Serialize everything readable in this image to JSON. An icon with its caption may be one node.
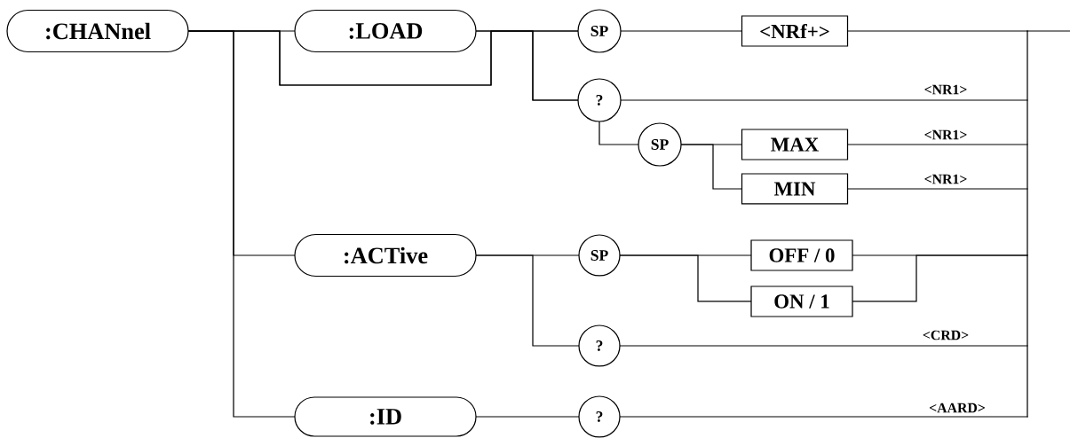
{
  "diagram": {
    "nodes": [
      {
        "text": [
          ":CHANnel"
        ]
      },
      {
        "text": [
          ":LOAD"
        ]
      },
      {
        "text": [
          "SP"
        ]
      },
      {
        "text": [
          "<NRf+>"
        ]
      },
      {
        "text": [
          "?"
        ]
      },
      {
        "text": [
          "SP"
        ]
      },
      {
        "text": [
          "MAX"
        ]
      },
      {
        "text": [
          "MIN"
        ]
      },
      {
        "text": [
          ":ACTive"
        ]
      },
      {
        "text": [
          "SP"
        ]
      },
      {
        "text": [
          "OFF / 0"
        ]
      },
      {
        "text": [
          "ON / 1"
        ]
      },
      {
        "text": [
          "?"
        ]
      },
      {
        "text": [
          ":ID"
        ]
      },
      {
        "text": [
          "?"
        ]
      }
    ],
    "edges": [
      {
        "from": 0,
        "to": 1,
        "arrow": "none"
      },
      {
        "from": 0,
        "to": 2,
        "arrow": "none"
      },
      {
        "from": 0,
        "to": 4,
        "arrow": "none"
      },
      {
        "from": 0,
        "to": 8,
        "arrow": "none"
      },
      {
        "from": 0,
        "to": 13,
        "arrow": "none"
      },
      {
        "from": 1,
        "to": 2,
        "arrow": "none"
      },
      {
        "from": 1,
        "to": 4,
        "arrow": "none"
      },
      {
        "from": 2,
        "to": 3,
        "arrow": "none"
      },
      {
        "from": 3,
        "to": null,
        "arrow": "none"
      },
      {
        "from": 4,
        "to": null,
        "arrow": "none",
        "label": "<NR1>"
      },
      {
        "from": 4,
        "to": 5,
        "arrow": "none"
      },
      {
        "from": 5,
        "to": 6,
        "arrow": "none"
      },
      {
        "from": 5,
        "to": 7,
        "arrow": "none"
      },
      {
        "from": 6,
        "to": null,
        "arrow": "none",
        "label": "<NR1>"
      },
      {
        "from": 7,
        "to": null,
        "arrow": "none",
        "label": "<NR1>"
      },
      {
        "from": 8,
        "to": 9,
        "arrow": "none"
      },
      {
        "from": 8,
        "to": 12,
        "arrow": "none"
      },
      {
        "from": 9,
        "to": 10,
        "arrow": "none"
      },
      {
        "from": 9,
        "to": 11,
        "arrow": "none"
      },
      {
        "from": 10,
        "to": null,
        "arrow": "none"
      },
      {
        "from": 11,
        "to": null,
        "arrow": "none"
      },
      {
        "from": 12,
        "to": null,
        "arrow": "none",
        "label": "<CRD>"
      },
      {
        "from": 13,
        "to": 14,
        "arrow": "none"
      },
      {
        "from": 14,
        "to": null,
        "arrow": "none",
        "label": "<AARD>"
      }
    ]
  }
}
